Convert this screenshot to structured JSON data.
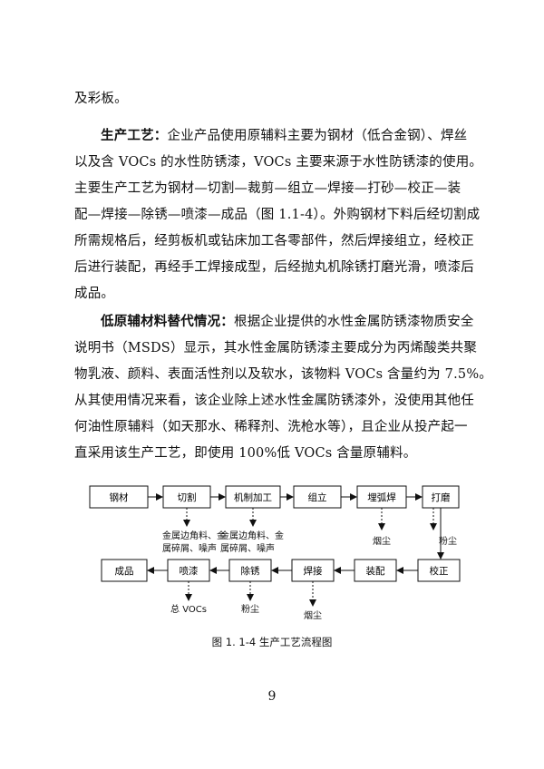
{
  "paragraphs": {
    "cont": "及彩板。",
    "p1": {
      "label": "生产工艺：",
      "l1": "企业产品使用原辅料主要为钢材（低合金钢）、焊丝",
      "l2": "以及含 VOCs 的水性防锈漆，VOCs 主要来源于水性防锈漆的使用。",
      "l3": "主要生产工艺为钢材—切割—裁剪—组立—焊接—打砂—校正—装",
      "l4": "配—焊接—除锈—喷漆—成品（图 1.1-4）。外购钢材下料后经切割成",
      "l5": "所需规格后，经剪板机或钻床加工各零部件，然后焊接组立，经校正",
      "l6": "后进行装配，再经手工焊接成型，后经抛丸机除锈打磨光滑，喷漆后",
      "l7": "成品。"
    },
    "p2": {
      "label": "低原辅材料替代情况：",
      "l1": "根据企业提供的水性金属防锈漆物质安全",
      "l2": "说明书（MSDS）显示，其水性金属防锈漆主要成分为丙烯酸类共聚",
      "l3": "物乳液、颜料、表面活性剂以及软水，该物料 VOCs 含量约为 7.5%。",
      "l4": "从其使用情况来看，该企业除上述水性金属防锈漆外，没使用其他任",
      "l5": "何油性原辅料（如天那水、稀释剂、洗枪水等），且企业从投产起一",
      "l6": "直采用该生产工艺，即使用 100%低 VOCs 含量原辅料。"
    }
  },
  "flowchart": {
    "steps": {
      "steel": "钢材",
      "cutting": "切割",
      "machining": "机制加工",
      "assembly": "组立",
      "arc_welding": "埋弧焊",
      "grinding": "打磨",
      "correction": "校正",
      "fitting": "装配",
      "welding": "焊接",
      "derusting": "除锈",
      "painting": "喷漆",
      "product": "成品"
    },
    "outputs": {
      "cutting_a": "金属边角料、金",
      "cutting_b": "属碎屑、噪声",
      "machining_a": "金属边角料、金",
      "machining_b": "属碎屑、噪声",
      "arc_welding": "烟尘",
      "grinding": "粉尘",
      "welding": "烟尘",
      "derusting": "粉尘",
      "painting": "总 VOCs"
    }
  },
  "caption": "图 1. 1-4  生产工艺流程图",
  "page_number": "9"
}
